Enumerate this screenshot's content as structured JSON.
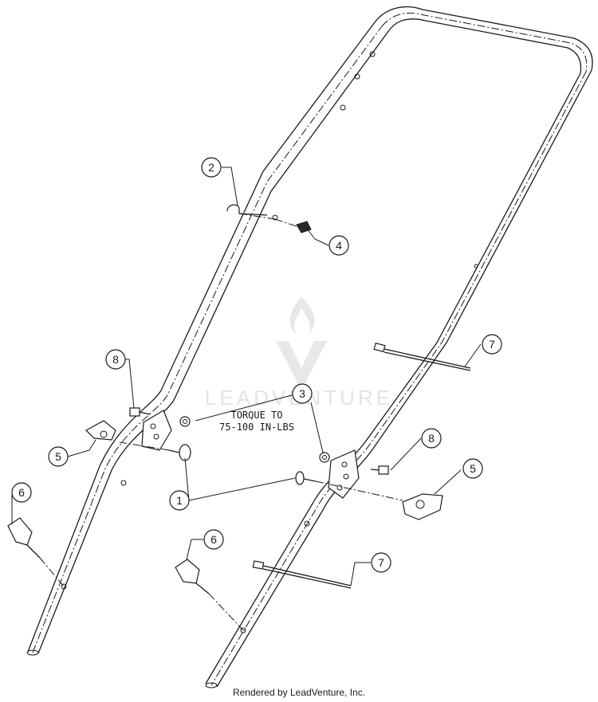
{
  "callouts": [
    {
      "num": "1"
    },
    {
      "num": "2"
    },
    {
      "num": "3"
    },
    {
      "num": "4"
    },
    {
      "num": "5"
    },
    {
      "num": "5"
    },
    {
      "num": "6"
    },
    {
      "num": "6"
    },
    {
      "num": "7"
    },
    {
      "num": "7"
    },
    {
      "num": "8"
    },
    {
      "num": "8"
    }
  ],
  "note": {
    "line1": "TORQUE TO",
    "line2": "75-100 IN-LBS"
  },
  "watermark": {
    "text": "LEADVENTURE"
  },
  "footer": {
    "text": "Rendered by LeadVenture, Inc."
  }
}
